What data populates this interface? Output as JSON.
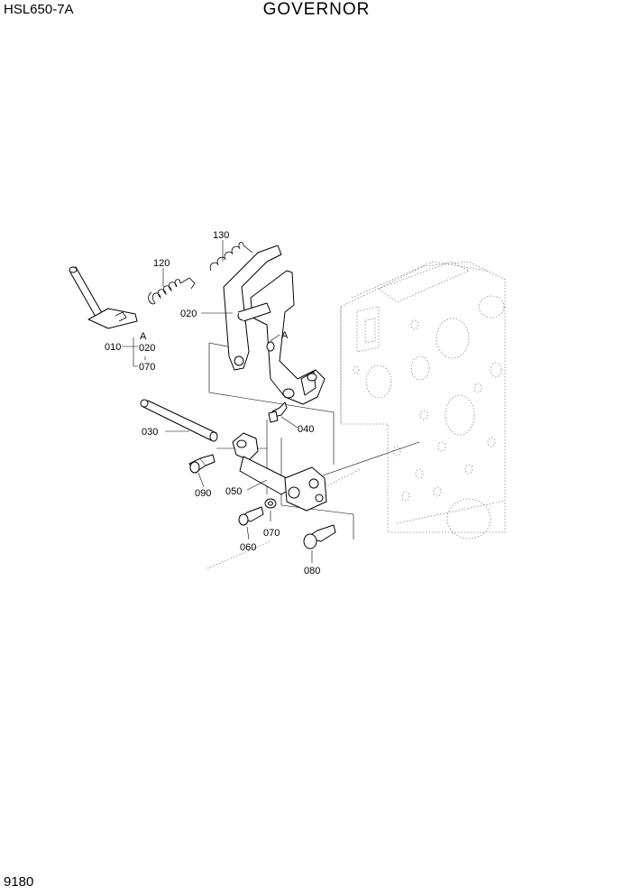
{
  "header": {
    "model": "HSL650-7A",
    "title": "GOVERNOR"
  },
  "footer": {
    "page_number": "9180"
  },
  "callouts": {
    "c010": "010",
    "c020a": "020",
    "c020b": "020",
    "c030": "030",
    "c040": "040",
    "c050": "050",
    "c060": "060",
    "c070a": "070",
    "c070b": "070",
    "c080": "080",
    "c090": "090",
    "c120": "120",
    "c130": "130",
    "refA1": "A",
    "refA2": "A"
  }
}
